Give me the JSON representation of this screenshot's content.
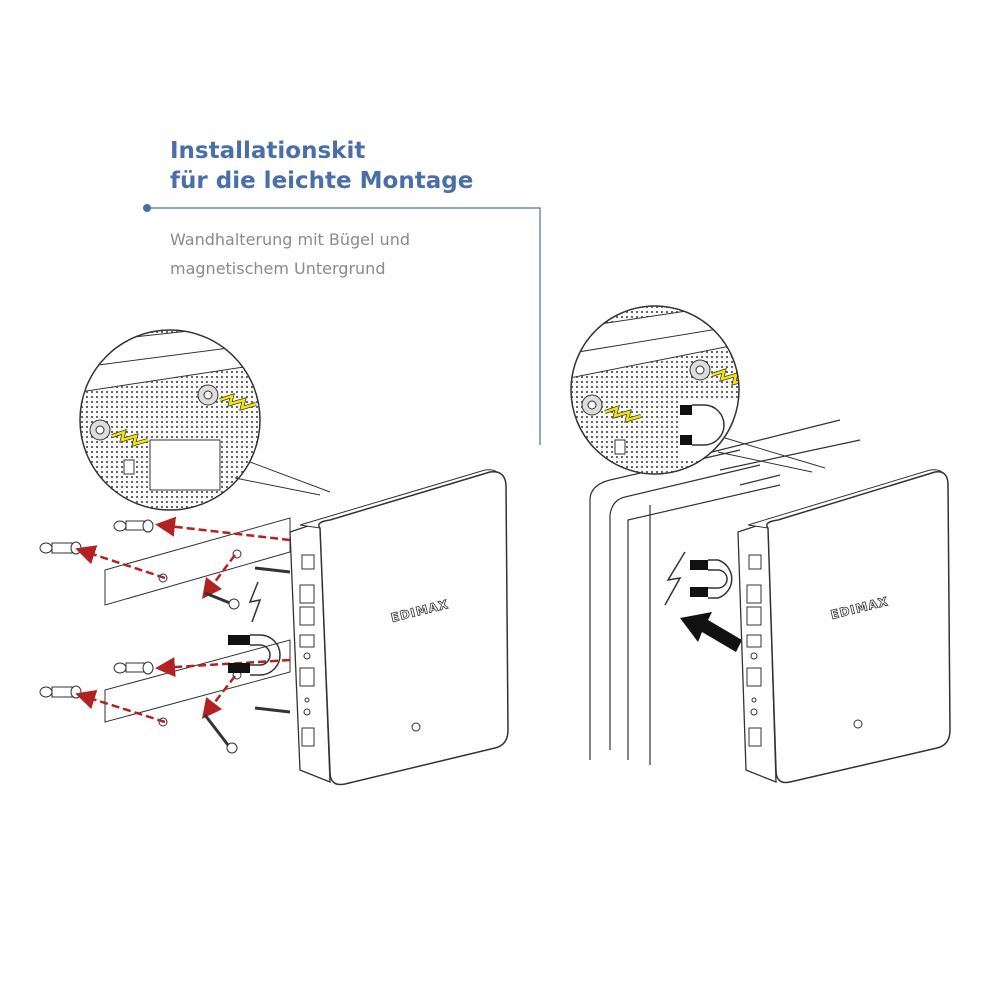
{
  "heading": {
    "line1": "Installationskit",
    "line2": "für die leichte Montage"
  },
  "description": {
    "line1": "Wandhalterung mit Bügel und",
    "line2": "magnetischem Untergrund"
  },
  "brand_logo": "EDIMAX",
  "colors": {
    "accent": "#4a6fa8",
    "text_gray": "#8a8a8a",
    "arrow_red": "#b22222",
    "lightning_yellow": "#f2e600"
  }
}
